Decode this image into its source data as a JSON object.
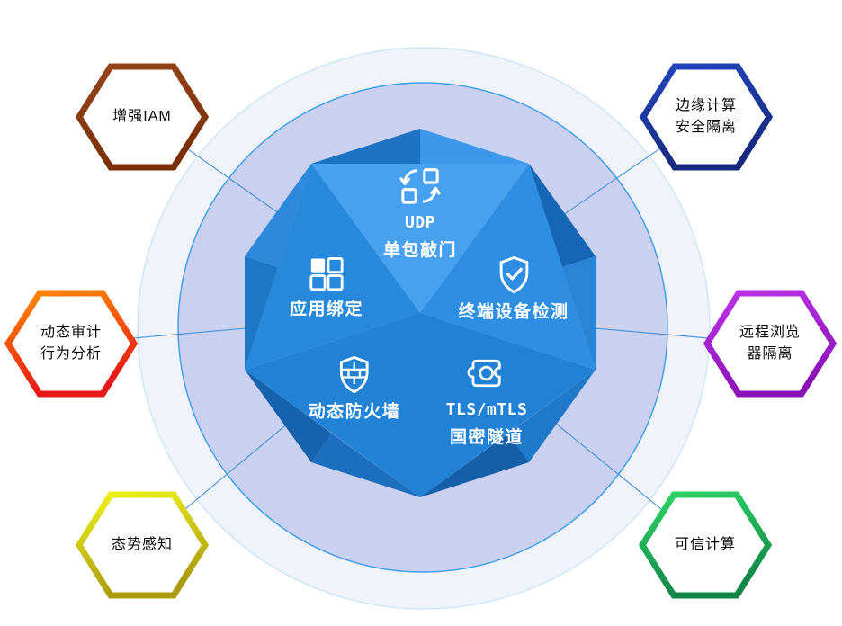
{
  "diagram_name": "zero-trust-security-architecture",
  "palette": {
    "connector": "#4e94d8",
    "icon_color": "#ffffff",
    "circles": {
      "outer_fill": "#f1f3fb",
      "outer_stroke": "#cde6f8",
      "inner_fill": "#c9d0f0",
      "inner_stroke": "#45a0e9"
    },
    "faces": {
      "top": "#48a0f0",
      "right": "#2d8ee3",
      "bottom_right": "#2081d5",
      "bottom_left": "#2282d6",
      "left": "#2789dc"
    },
    "caps": [
      "#1d72c4",
      "#3b98ea",
      "#1566b4",
      "#2b85d6",
      "#1e79cb",
      "#1360a9",
      "#1c6fbf",
      "#1563ad",
      "#1e76c6",
      "#2d89dc"
    ]
  },
  "center_faces": [
    {
      "id": "udp-spa",
      "icon": "sync-arrows-icon",
      "line1": "UDP",
      "line2": "单包敲门"
    },
    {
      "id": "app-binding",
      "icon": "app-grid-icon",
      "line1": "应用绑定"
    },
    {
      "id": "device-check",
      "icon": "shield-check-icon",
      "line1": "终端设备检测"
    },
    {
      "id": "dyn-firewall",
      "icon": "firewall-shield-icon",
      "line1": "动态防火墙"
    },
    {
      "id": "tls-tunnel",
      "icon": "tunnel-icon",
      "line1": "TLS/mTLS",
      "line2": "国密隧道"
    }
  ],
  "hexagons": [
    {
      "id": "iam",
      "line1": "增强IAM",
      "border_top": "#96451a",
      "border_bottom": "#7a2f06"
    },
    {
      "id": "edge",
      "line1": "边缘计算",
      "line2": "安全隔离",
      "border_top": "#2446bc",
      "border_bottom": "#15297e"
    },
    {
      "id": "audit",
      "line1": "动态审计",
      "line2": "行为分析",
      "border_top": "#ff8a00",
      "border_bottom": "#e61717"
    },
    {
      "id": "rbi",
      "line1": "远程浏览",
      "line2": "器隔离",
      "border_top": "#bb33e8",
      "border_bottom": "#8c12b8"
    },
    {
      "id": "sa",
      "line1": "态势感知",
      "border_top": "#eef317",
      "border_bottom": "#ab9b10"
    },
    {
      "id": "tc",
      "line1": "可信计算",
      "border_top": "#2dd566",
      "border_bottom": "#128648"
    }
  ]
}
